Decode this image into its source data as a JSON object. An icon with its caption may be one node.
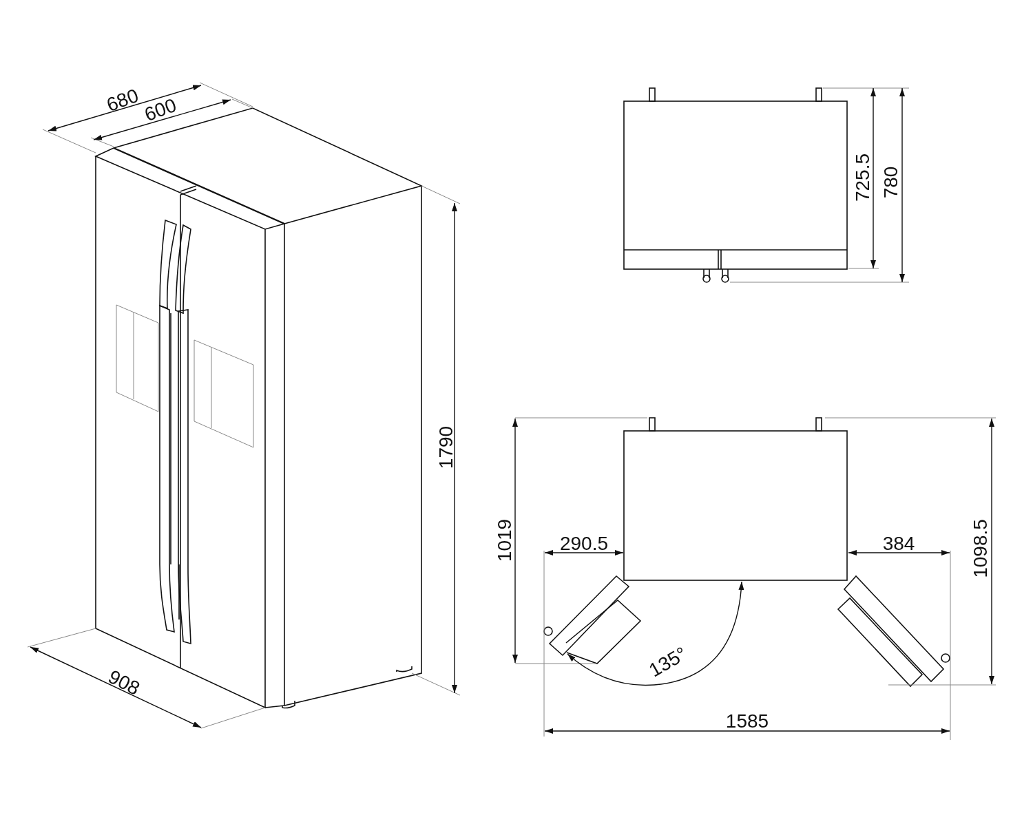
{
  "diagram": {
    "labels": [
      "680",
      "600",
      "1790",
      "908",
      "725.5",
      "780",
      "1019",
      "290.5",
      "384",
      "1098.5",
      "135°",
      "1585"
    ]
  }
}
